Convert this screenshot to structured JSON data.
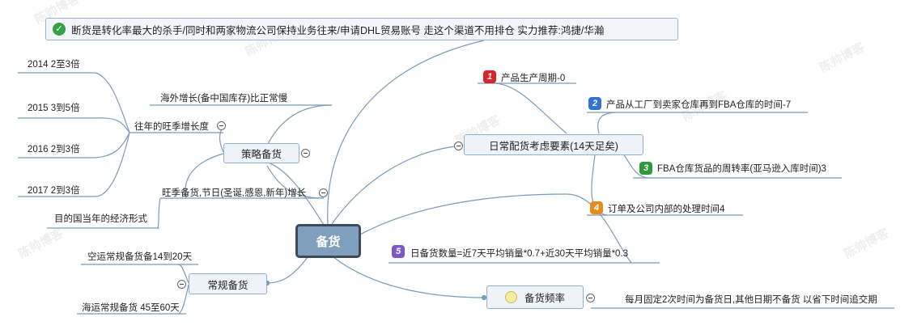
{
  "top_note": {
    "text": "断货是转化率最大的杀手/同时和两家物流公司保持业务往来/申请DHL贸易账号 走这个渠道不用排仓 实力推荐:鸿捷/华瀚",
    "icon": "check-circle-icon"
  },
  "root": {
    "label": "备货"
  },
  "left": {
    "strategy": {
      "label": "策略备货",
      "overseas_growth": "海外增长(备中国库存)比正常慢",
      "peak_growth": {
        "label": "往年的旺季增长度",
        "items": [
          "2014 2至3倍",
          "2015 3到5倍",
          "2016 2到3倍",
          "2017  2到3倍"
        ]
      },
      "holiday": "旺季备货,节日(圣诞,感恩,新年)增长",
      "economy": "目的国当年的经济形式"
    },
    "regular": {
      "label": "常规备货",
      "items": [
        "空运常规备货备14到20天",
        "海运常规备货 45至60天"
      ]
    }
  },
  "right": {
    "factors": {
      "label": "日常配货考虑要素(14天足矣)",
      "items": [
        {
          "num": "1",
          "text": "产品生产周期-0",
          "color": "#d9242b"
        },
        {
          "num": "2",
          "text": "产品从工厂到卖家仓库再到FBA仓库的时间-7",
          "color": "#2f74d6"
        },
        {
          "num": "3",
          "text": "FBA仓库货品的周转率(亚马逊入库时间)3",
          "color": "#2c9a3a"
        },
        {
          "num": "4",
          "text": "订单及公司内部的处理时间4",
          "color": "#e78a1f"
        }
      ]
    },
    "daily_formula": {
      "num": "5",
      "text": "日备货数量=近7天平均销量*0.7+近30天平均销量*0.3",
      "color": "#7d57c9"
    },
    "frequency": {
      "label": "备货频率",
      "detail": "每月固定2次时间为备货日,其他日期不备货 以省下时间追交期"
    }
  },
  "colors": {
    "line": "#7a9ab8",
    "node_fill": "#eef3f9",
    "node_border": "#8fb0cf",
    "root_fill": "#7f9fbd"
  }
}
